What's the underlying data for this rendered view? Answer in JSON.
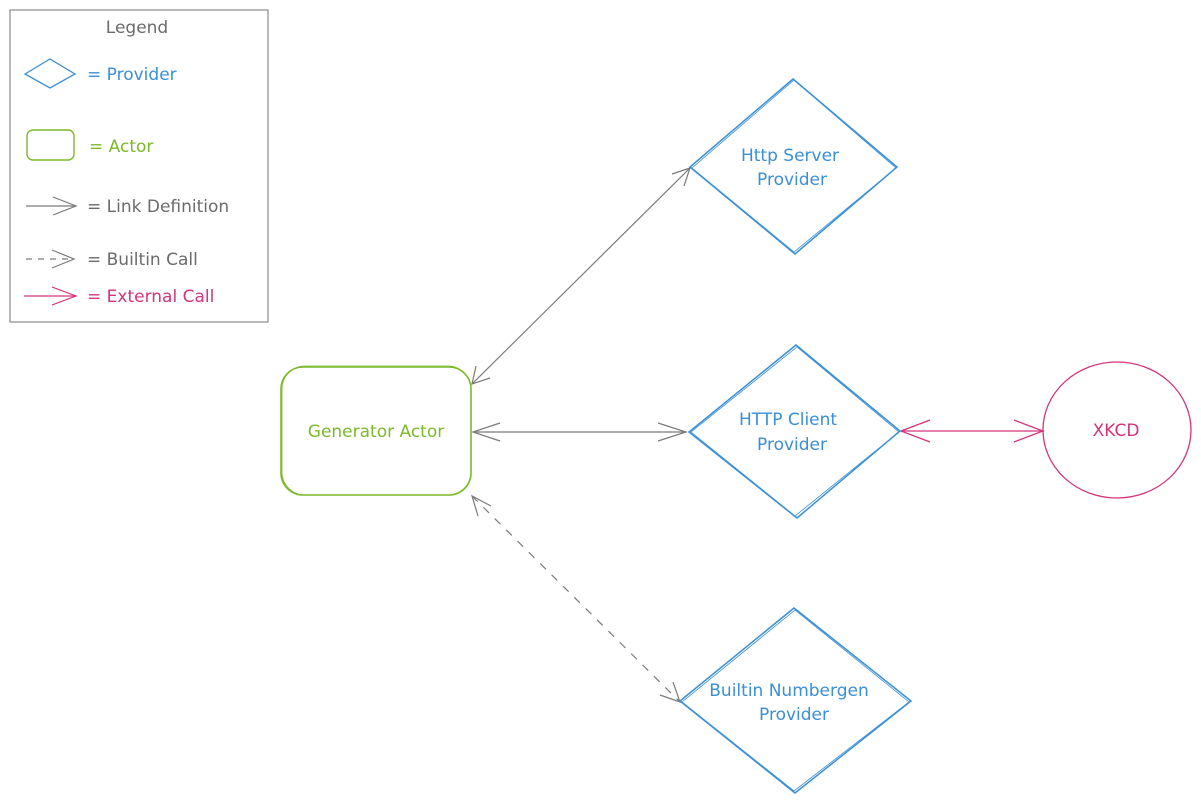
{
  "colors": {
    "provider": "#3a8fd6",
    "actor": "#7cb92a",
    "link": "#7a7a7a",
    "external": "#d2347a",
    "legend_border": "#8a8a8a",
    "legend_title": "#6b6b6b"
  },
  "legend": {
    "title": "Legend",
    "items": [
      {
        "shape": "diamond",
        "label": "= Provider"
      },
      {
        "shape": "rounded-rect",
        "label": "= Actor"
      },
      {
        "shape": "solid-arrow",
        "label": "= Link Definition"
      },
      {
        "shape": "dashed-arrow",
        "label": "= Builtin Call"
      },
      {
        "shape": "external-arrow",
        "label": "= External Call"
      }
    ]
  },
  "nodes": {
    "generator_actor": {
      "label": "Generator Actor",
      "type": "actor"
    },
    "http_server": {
      "line1": "Http Server",
      "line2": "Provider",
      "type": "provider"
    },
    "http_client": {
      "line1": "HTTP Client",
      "line2": "Provider",
      "type": "provider"
    },
    "numbergen": {
      "line1": "Builtin Numbergen",
      "line2": "Provider",
      "type": "provider"
    },
    "xkcd": {
      "label": "XKCD",
      "type": "external"
    }
  },
  "edges": [
    {
      "from": "generator_actor",
      "to": "http_server",
      "style": "link-definition",
      "bidirectional": true
    },
    {
      "from": "generator_actor",
      "to": "http_client",
      "style": "link-definition",
      "bidirectional": true
    },
    {
      "from": "generator_actor",
      "to": "numbergen",
      "style": "builtin-call",
      "bidirectional": true
    },
    {
      "from": "http_client",
      "to": "xkcd",
      "style": "external-call",
      "bidirectional": true
    }
  ]
}
